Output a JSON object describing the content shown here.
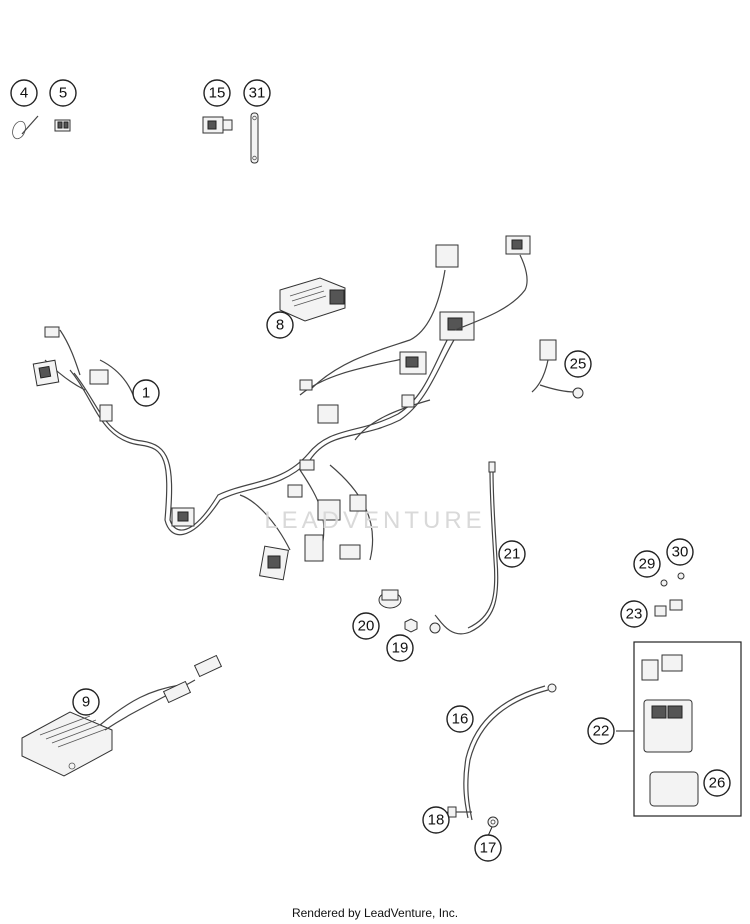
{
  "callouts": [
    "1",
    "4",
    "5",
    "8",
    "9",
    "15",
    "16",
    "17",
    "18",
    "19",
    "20",
    "21",
    "22",
    "23",
    "25",
    "26",
    "29",
    "30",
    "31"
  ],
  "watermark": "LEADVENTURE",
  "footer": "Rendered by LeadVenture, Inc."
}
